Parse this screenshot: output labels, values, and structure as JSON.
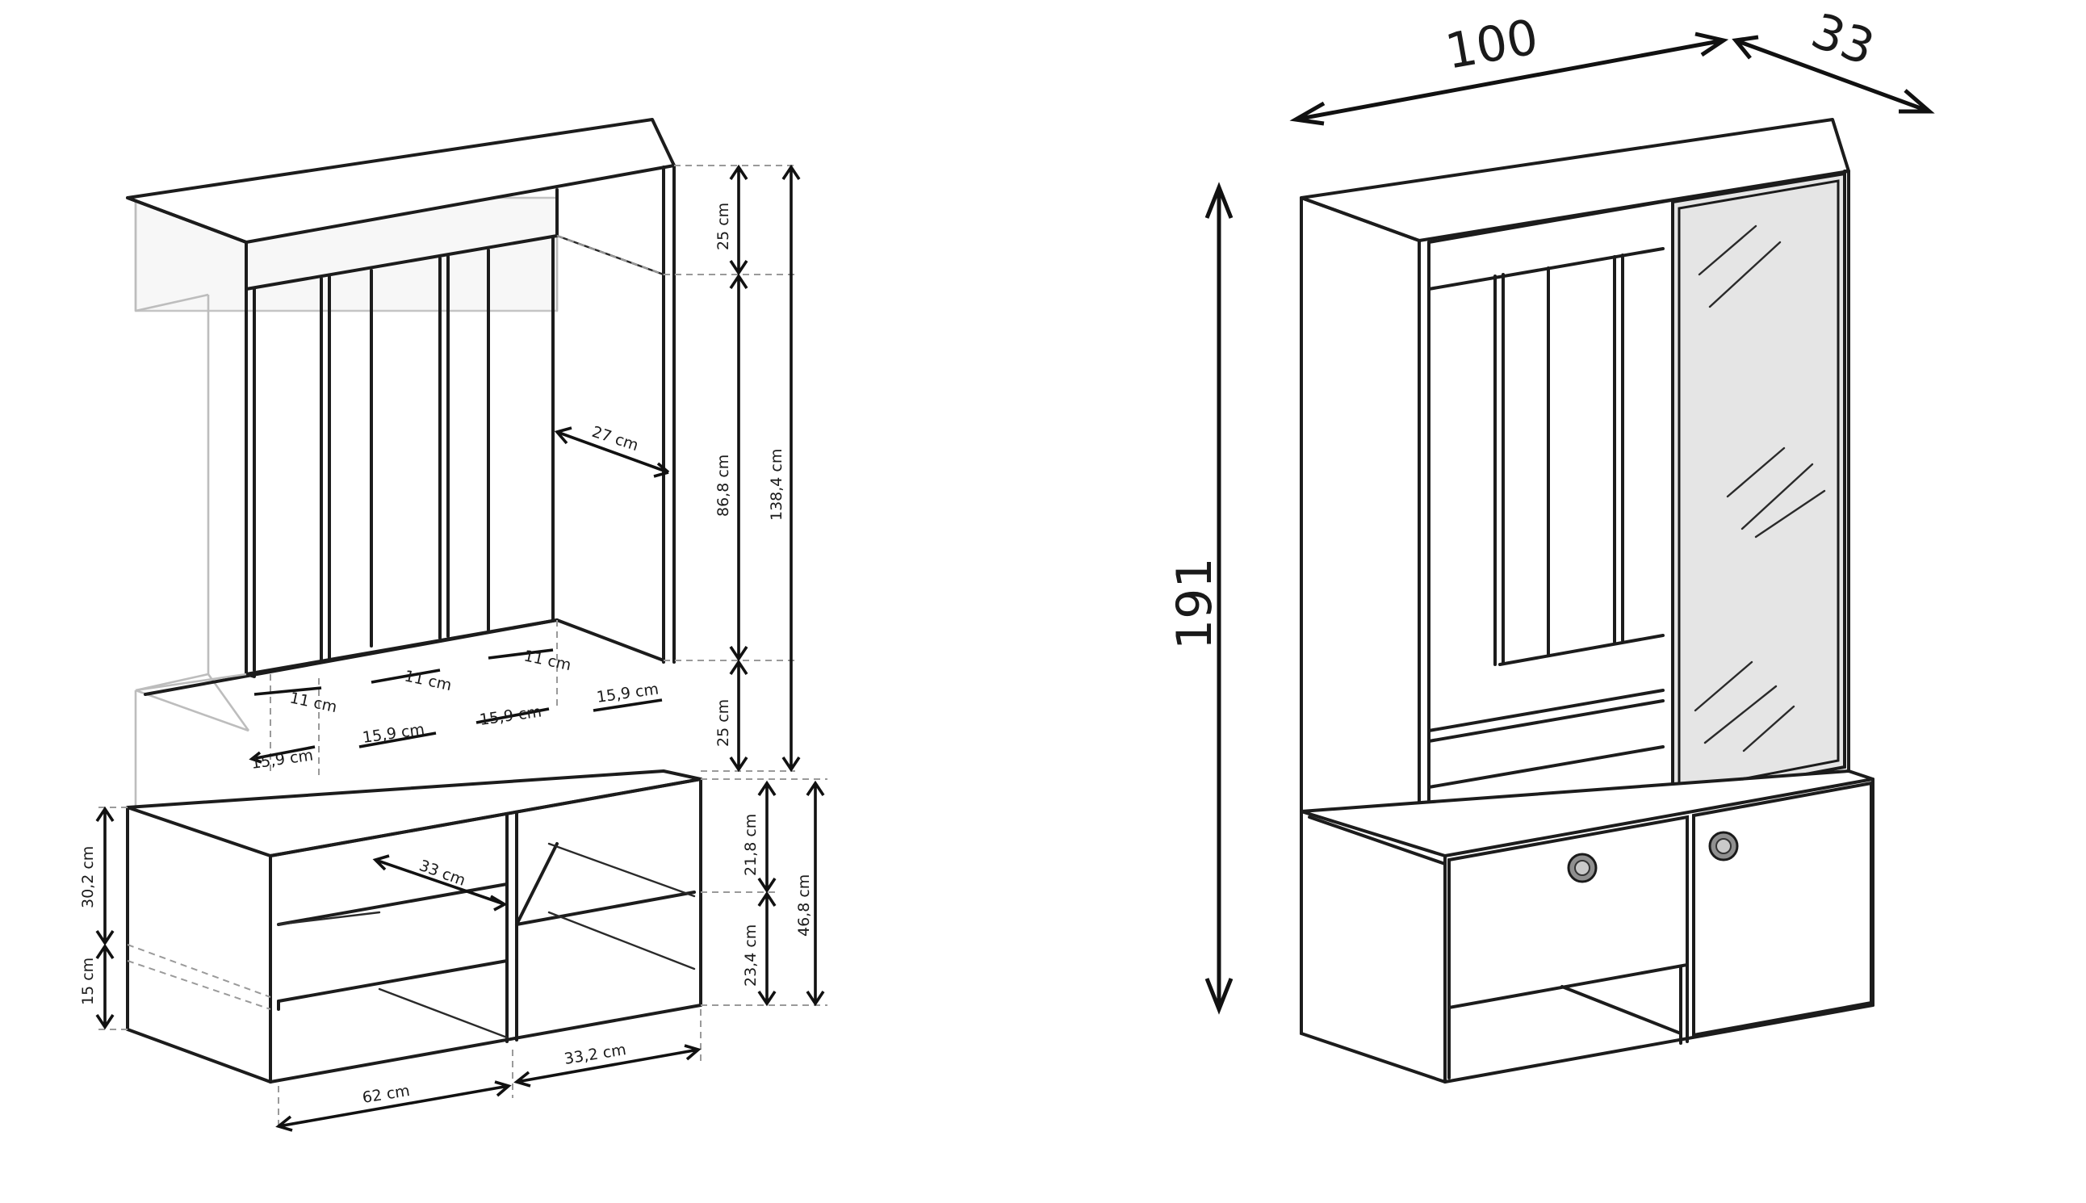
{
  "diagram": {
    "detail_dimensions": [
      {
        "id": "top-height",
        "label": "25 cm"
      },
      {
        "id": "middle-height",
        "label": "86,8 cm"
      },
      {
        "id": "upper-total-height",
        "label": "138,4 cm"
      },
      {
        "id": "upper-depth",
        "label": "27 cm"
      },
      {
        "id": "bench-height",
        "label": "25 cm"
      },
      {
        "id": "peg-gap-1",
        "label": "11 cm"
      },
      {
        "id": "peg-gap-2",
        "label": "11 cm"
      },
      {
        "id": "peg-gap-3",
        "label": "11 cm"
      },
      {
        "id": "hook-spacing-1",
        "label": "15,9 cm"
      },
      {
        "id": "hook-spacing-2",
        "label": "15,9 cm"
      },
      {
        "id": "hook-spacing-3",
        "label": "15,9 cm"
      },
      {
        "id": "hook-spacing-4",
        "label": "15,9 cm"
      },
      {
        "id": "cabinet-depth",
        "label": "33 cm"
      },
      {
        "id": "cabinet-upper-height",
        "label": "30,2 cm"
      },
      {
        "id": "cabinet-lower-height",
        "label": "15 cm"
      },
      {
        "id": "shelf-upper-height",
        "label": "21,8 cm"
      },
      {
        "id": "shelf-lower-height",
        "label": "23,4 cm"
      },
      {
        "id": "cabinet-total-height",
        "label": "46,8 cm"
      },
      {
        "id": "cabinet-left-width",
        "label": "62 cm"
      },
      {
        "id": "cabinet-right-width",
        "label": "33,2 cm"
      }
    ],
    "overall_dimensions": {
      "width": "100",
      "depth": "33",
      "height": "191"
    }
  }
}
